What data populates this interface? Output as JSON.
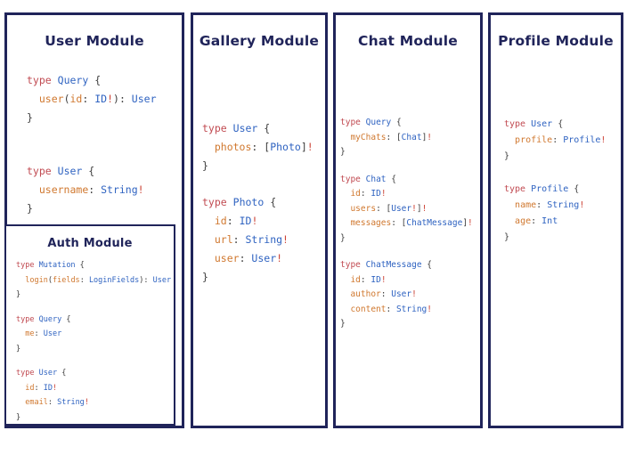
{
  "colors": {
    "navy": "#20245a",
    "keyword_red": "#c14b52",
    "type_blue": "#2f63c1",
    "field_orange": "#d0782f",
    "bang_red": "#cc4437",
    "punct_gray": "#3d3d3d"
  },
  "panels": [
    {
      "key": "user",
      "title": "User Module",
      "code": [
        {
          "lines": [
            [
              [
                "kw",
                "type"
              ],
              [
                "pn",
                " "
              ],
              [
                "ty",
                "Query"
              ],
              [
                "pn",
                " {"
              ]
            ],
            [
              [
                "pn",
                "  "
              ],
              [
                "fd",
                "user"
              ],
              [
                "pn",
                "("
              ],
              [
                "fd",
                "id"
              ],
              [
                "pn",
                ": "
              ],
              [
                "ty",
                "ID"
              ],
              [
                "bg",
                "!"
              ],
              [
                "pn",
                "): "
              ],
              [
                "ty",
                "User"
              ]
            ],
            [
              [
                "pn",
                "}"
              ]
            ]
          ]
        },
        {
          "lines": [
            [
              [
                "kw",
                "type"
              ],
              [
                "pn",
                " "
              ],
              [
                "ty",
                "User"
              ],
              [
                "pn",
                " {"
              ]
            ],
            [
              [
                "pn",
                "  "
              ],
              [
                "fd",
                "username"
              ],
              [
                "pn",
                ": "
              ],
              [
                "ty",
                "String"
              ],
              [
                "bg",
                "!"
              ]
            ],
            [
              [
                "pn",
                "}"
              ]
            ]
          ]
        }
      ],
      "nested": {
        "title": "Auth Module",
        "code": [
          {
            "lines": [
              [
                [
                  "kw",
                  "type"
                ],
                [
                  "pn",
                  " "
                ],
                [
                  "ty",
                  "Mutation"
                ],
                [
                  "pn",
                  " {"
                ]
              ],
              [
                [
                  "pn",
                  "  "
                ],
                [
                  "fd",
                  "login"
                ],
                [
                  "pn",
                  "("
                ],
                [
                  "fd",
                  "fields"
                ],
                [
                  "pn",
                  ": "
                ],
                [
                  "ty",
                  "LoginFields"
                ],
                [
                  "pn",
                  "): "
                ],
                [
                  "ty",
                  "User"
                ]
              ],
              [
                [
                  "pn",
                  "}"
                ]
              ]
            ]
          },
          {
            "lines": [
              [
                [
                  "kw",
                  "type"
                ],
                [
                  "pn",
                  " "
                ],
                [
                  "ty",
                  "Query"
                ],
                [
                  "pn",
                  " {"
                ]
              ],
              [
                [
                  "pn",
                  "  "
                ],
                [
                  "fd",
                  "me"
                ],
                [
                  "pn",
                  ": "
                ],
                [
                  "ty",
                  "User"
                ]
              ],
              [
                [
                  "pn",
                  "}"
                ]
              ]
            ]
          },
          {
            "lines": [
              [
                [
                  "kw",
                  "type"
                ],
                [
                  "pn",
                  " "
                ],
                [
                  "ty",
                  "User"
                ],
                [
                  "pn",
                  " {"
                ]
              ],
              [
                [
                  "pn",
                  "  "
                ],
                [
                  "fd",
                  "id"
                ],
                [
                  "pn",
                  ": "
                ],
                [
                  "ty",
                  "ID"
                ],
                [
                  "bg",
                  "!"
                ]
              ],
              [
                [
                  "pn",
                  "  "
                ],
                [
                  "fd",
                  "email"
                ],
                [
                  "pn",
                  ": "
                ],
                [
                  "ty",
                  "String"
                ],
                [
                  "bg",
                  "!"
                ]
              ],
              [
                [
                  "pn",
                  "}"
                ]
              ]
            ]
          }
        ]
      }
    },
    {
      "key": "gallery",
      "title": "Gallery Module",
      "code": [
        {
          "lines": [
            [
              [
                "kw",
                "type"
              ],
              [
                "pn",
                " "
              ],
              [
                "ty",
                "User"
              ],
              [
                "pn",
                " {"
              ]
            ],
            [
              [
                "pn",
                "  "
              ],
              [
                "fd",
                "photos"
              ],
              [
                "pn",
                ": ["
              ],
              [
                "ty",
                "Photo"
              ],
              [
                "pn",
                "]"
              ],
              [
                "bg",
                "!"
              ]
            ],
            [
              [
                "pn",
                "}"
              ]
            ]
          ]
        },
        {
          "lines": [
            [
              [
                "kw",
                "type"
              ],
              [
                "pn",
                " "
              ],
              [
                "ty",
                "Photo"
              ],
              [
                "pn",
                " {"
              ]
            ],
            [
              [
                "pn",
                "  "
              ],
              [
                "fd",
                "id"
              ],
              [
                "pn",
                ": "
              ],
              [
                "ty",
                "ID"
              ],
              [
                "bg",
                "!"
              ]
            ],
            [
              [
                "pn",
                "  "
              ],
              [
                "fd",
                "url"
              ],
              [
                "pn",
                ": "
              ],
              [
                "ty",
                "String"
              ],
              [
                "bg",
                "!"
              ]
            ],
            [
              [
                "pn",
                "  "
              ],
              [
                "fd",
                "user"
              ],
              [
                "pn",
                ": "
              ],
              [
                "ty",
                "User"
              ],
              [
                "bg",
                "!"
              ]
            ],
            [
              [
                "pn",
                "}"
              ]
            ]
          ]
        }
      ]
    },
    {
      "key": "chat",
      "title": "Chat Module",
      "code": [
        {
          "lines": [
            [
              [
                "kw",
                "type"
              ],
              [
                "pn",
                " "
              ],
              [
                "ty",
                "Query"
              ],
              [
                "pn",
                " {"
              ]
            ],
            [
              [
                "pn",
                "  "
              ],
              [
                "fd",
                "myChats"
              ],
              [
                "pn",
                ": ["
              ],
              [
                "ty",
                "Chat"
              ],
              [
                "pn",
                "]"
              ],
              [
                "bg",
                "!"
              ]
            ],
            [
              [
                "pn",
                "}"
              ]
            ]
          ]
        },
        {
          "lines": [
            [
              [
                "kw",
                "type"
              ],
              [
                "pn",
                " "
              ],
              [
                "ty",
                "Chat"
              ],
              [
                "pn",
                " {"
              ]
            ],
            [
              [
                "pn",
                "  "
              ],
              [
                "fd",
                "id"
              ],
              [
                "pn",
                ": "
              ],
              [
                "ty",
                "ID"
              ],
              [
                "bg",
                "!"
              ]
            ],
            [
              [
                "pn",
                "  "
              ],
              [
                "fd",
                "users"
              ],
              [
                "pn",
                ": ["
              ],
              [
                "ty",
                "User"
              ],
              [
                "bg",
                "!"
              ],
              [
                "pn",
                "]"
              ],
              [
                "bg",
                "!"
              ]
            ],
            [
              [
                "pn",
                "  "
              ],
              [
                "fd",
                "messages"
              ],
              [
                "pn",
                ": ["
              ],
              [
                "ty",
                "ChatMessage"
              ],
              [
                "pn",
                "]"
              ],
              [
                "bg",
                "!"
              ]
            ],
            [
              [
                "pn",
                "}"
              ]
            ]
          ]
        },
        {
          "lines": [
            [
              [
                "kw",
                "type"
              ],
              [
                "pn",
                " "
              ],
              [
                "ty",
                "ChatMessage"
              ],
              [
                "pn",
                " {"
              ]
            ],
            [
              [
                "pn",
                "  "
              ],
              [
                "fd",
                "id"
              ],
              [
                "pn",
                ": "
              ],
              [
                "ty",
                "ID"
              ],
              [
                "bg",
                "!"
              ]
            ],
            [
              [
                "pn",
                "  "
              ],
              [
                "fd",
                "author"
              ],
              [
                "pn",
                ": "
              ],
              [
                "ty",
                "User"
              ],
              [
                "bg",
                "!"
              ]
            ],
            [
              [
                "pn",
                "  "
              ],
              [
                "fd",
                "content"
              ],
              [
                "pn",
                ": "
              ],
              [
                "ty",
                "String"
              ],
              [
                "bg",
                "!"
              ]
            ],
            [
              [
                "pn",
                "}"
              ]
            ]
          ]
        }
      ]
    },
    {
      "key": "profile",
      "title": "Profile Module",
      "code": [
        {
          "lines": [
            [
              [
                "kw",
                "type"
              ],
              [
                "pn",
                " "
              ],
              [
                "ty",
                "User"
              ],
              [
                "pn",
                " {"
              ]
            ],
            [
              [
                "pn",
                "  "
              ],
              [
                "fd",
                "profile"
              ],
              [
                "pn",
                ": "
              ],
              [
                "ty",
                "Profile"
              ],
              [
                "bg",
                "!"
              ]
            ],
            [
              [
                "pn",
                "}"
              ]
            ]
          ]
        },
        {
          "lines": [
            [
              [
                "kw",
                "type"
              ],
              [
                "pn",
                " "
              ],
              [
                "ty",
                "Profile"
              ],
              [
                "pn",
                " {"
              ]
            ],
            [
              [
                "pn",
                "  "
              ],
              [
                "fd",
                "name"
              ],
              [
                "pn",
                ": "
              ],
              [
                "ty",
                "String"
              ],
              [
                "bg",
                "!"
              ]
            ],
            [
              [
                "pn",
                "  "
              ],
              [
                "fd",
                "age"
              ],
              [
                "pn",
                ": "
              ],
              [
                "ty",
                "Int"
              ]
            ],
            [
              [
                "pn",
                "}"
              ]
            ]
          ]
        }
      ]
    }
  ]
}
